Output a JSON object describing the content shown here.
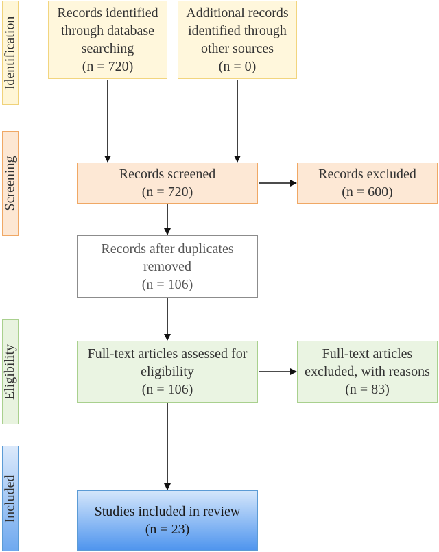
{
  "stages": {
    "identification": "Identification",
    "screening": "Screening",
    "eligibility": "Eligibility",
    "included": "Included"
  },
  "boxes": {
    "db_search": {
      "lines": [
        "Records identified",
        "through database",
        "searching",
        "(n = 720)"
      ]
    },
    "other_sources": {
      "lines": [
        "Additional records",
        "identified through",
        "other sources",
        "(n = 0)"
      ]
    },
    "screened": {
      "lines": [
        "Records screened",
        "(n = 720)"
      ]
    },
    "excluded": {
      "lines": [
        "Records excluded",
        "(n = 600)"
      ]
    },
    "deduplicated": {
      "lines": [
        "Records after duplicates",
        "removed",
        "(n = 106)"
      ]
    },
    "fulltext": {
      "lines": [
        "Full-text articles assessed for",
        "eligibility",
        "(n = 106)"
      ]
    },
    "fulltext_excluded": {
      "lines": [
        "Full-text articles",
        "excluded, with reasons",
        "(n = 83)"
      ]
    },
    "included": {
      "lines": [
        "Studies included in review",
        "(n = 23)"
      ]
    }
  },
  "colors": {
    "identification": "#f2d57f",
    "screening": "#f0a865",
    "eligibility": "#a9d08e",
    "included": "#5b9bd5",
    "duplicates": "#8c8c8c"
  }
}
